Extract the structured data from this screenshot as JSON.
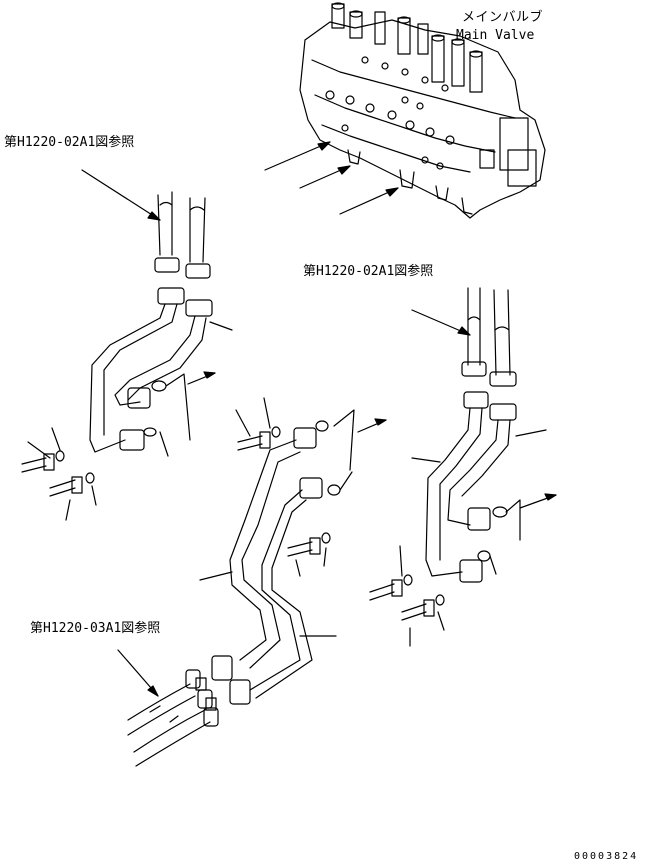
{
  "labels": {
    "main_valve_jp": "メインバルブ",
    "main_valve_en": "Main Valve",
    "ref_upper_left": "第H1220-02A1図参照",
    "ref_upper_right": "第H1220-02A1図参照",
    "ref_lower_left": "第H1220-03A1図参照",
    "doc_number": "00003824"
  },
  "colors": {
    "line": "#000000",
    "background": "#ffffff"
  }
}
